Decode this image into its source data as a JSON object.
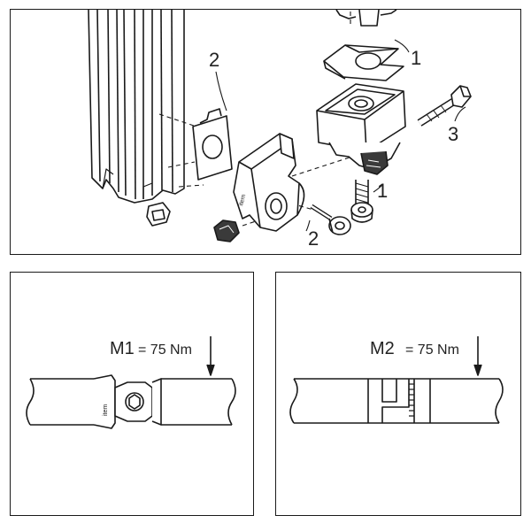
{
  "assembly": {
    "callouts": {
      "top_right_number": "1",
      "left_plate_number": "2",
      "bolt_right_number": "3",
      "screw_right_number": "1",
      "screw_bottom_number": "2"
    }
  },
  "joint_m1": {
    "moment_label": "M1",
    "torque_value": "= 75 Nm"
  },
  "joint_m2": {
    "moment_label": "M2",
    "torque_value": "= 75 Nm"
  },
  "colors": {
    "line": "#1a1a1a",
    "fill_light": "#f2f2f2",
    "fill_dark": "#3a3a3a"
  }
}
